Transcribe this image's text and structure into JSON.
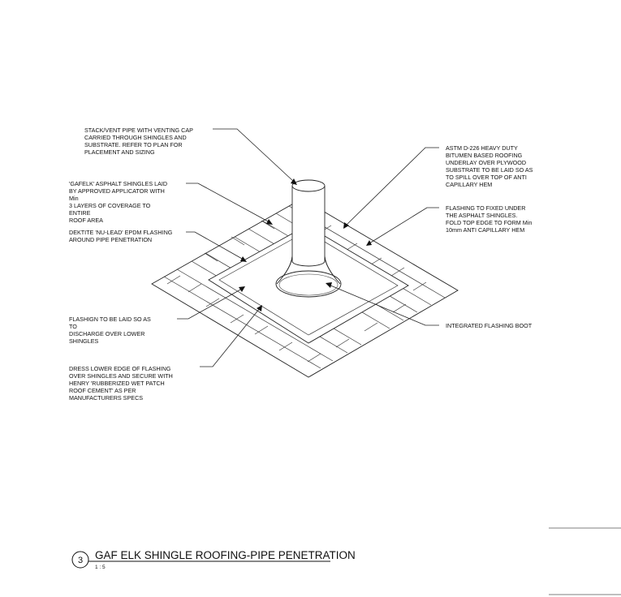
{
  "notes": {
    "stack_vent": [
      "STACK/VENT PIPE WITH VENTING CAP",
      "CARRIED THROUGH SHINGLES AND",
      "SUBSTRATE.  REFER TO PLAN FOR",
      "PLACEMENT AND SIZING"
    ],
    "gafelk_shingles": [
      "'GAFELK' ASPHALT SHINGLES LAID",
      "BY APPROVED APPLICATOR WITH",
      "Min",
      "3 LAYERS OF COVERAGE TO",
      "ENTIRE",
      "ROOF AREA"
    ],
    "dektite_flashing": [
      "DEKTITE 'NU-LEAD' EPDM FLASHING",
      "AROUND PIPE PENETRATION"
    ],
    "flashing_laid": [
      "FLASHIGN TO BE LAID SO AS",
      "TO",
      "DISCHARGE OVER LOWER",
      "SHINGLES"
    ],
    "dress_lower_edge": [
      "DRESS LOWER EDGE OF FLASHING",
      "OVER SHINGLES AND SECURE WITH",
      "HENRY 'RUBBERIZED WET PATCH",
      "ROOF CEMENT' AS PER",
      "MANUFACTURERS SPECS"
    ],
    "astm_underlay": [
      "ASTM D-226 HEAVY DUTY",
      "BITUMEN BASED ROOFING",
      "UNDERLAY OVER PLYWOOD",
      "SUBSTRATE TO BE LAID SO AS",
      "TO SPILL OVER TOP OF ANTI",
      "CAPILLARY HEM"
    ],
    "flashing_fixed": [
      "FLASHING TO FIXED UNDER",
      "THE ASPHALT SHINGLES.",
      "FOLD TOP EDGE TO FORM Min",
      "10mm ANTI CAPILLARY HEM"
    ],
    "integrated_boot": [
      "INTEGRATED FLASHING BOOT"
    ]
  },
  "title_block": {
    "detail_number": "3",
    "title": "GAF ELK SHINGLE ROOFING-PIPE PENETRATION",
    "scale": "1 : 5"
  }
}
